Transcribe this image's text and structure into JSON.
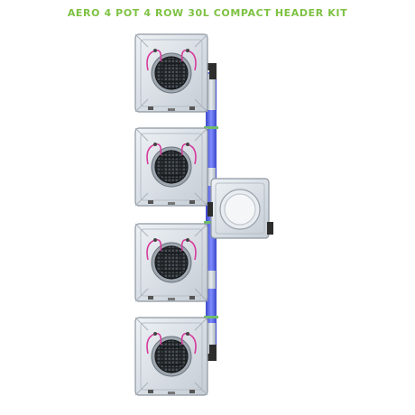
{
  "title": "AERO 4 POT 4 ROW 30L COMPACT HEADER KIT",
  "colors": {
    "title": "#7dc242",
    "pot_body": "#dde3ea",
    "pot_edge": "#8d96a1",
    "net_pot": "#2b2f33",
    "tubing": "#d63a9b",
    "pipe_blue": "#5b6be6",
    "pipe_grey": "#c9d0d6",
    "elbow": "#2d2d2d",
    "fitting_green": "#6ebd6a"
  },
  "pots": [
    {
      "id": "pot-1"
    },
    {
      "id": "pot-2"
    },
    {
      "id": "pot-3"
    },
    {
      "id": "pot-4"
    }
  ],
  "header_tank": {
    "id": "header-tank"
  },
  "icons": {
    "pot": "aero-pot-icon",
    "net_pot": "net-pot-icon",
    "tank": "header-tank-icon",
    "pipe": "pipe-icon"
  }
}
